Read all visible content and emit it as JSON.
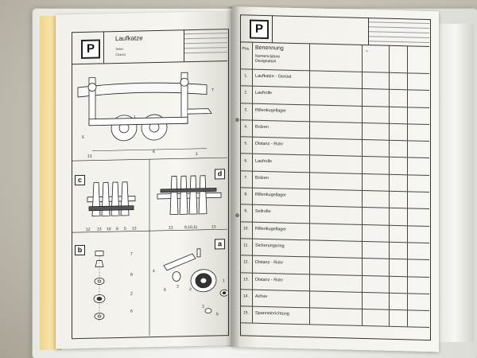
{
  "left_page": {
    "title": "Laufkatze",
    "subtitle_de": "Teilen",
    "subtitle_fr": "Chariot",
    "logo": "P",
    "panels": [
      "c",
      "d",
      "b",
      "a"
    ],
    "callouts_top": [
      "5",
      "1",
      "6",
      "13",
      "1",
      "7"
    ],
    "callouts_c": [
      "12",
      "13",
      "10",
      "8",
      "5",
      "13"
    ],
    "callouts_d": [
      "13",
      "9,10,11",
      "13"
    ],
    "callouts_b": [
      "7",
      "8",
      "2",
      "6"
    ],
    "callouts_a": [
      "4",
      "5",
      "3",
      "2",
      "3",
      "5",
      "1"
    ]
  },
  "right_page": {
    "logo": "P",
    "col_num": "Pos.",
    "col_name_de": "Benennung",
    "col_name_fr": "Nomenclature",
    "col_name_en": "Designation",
    "col_code": "Nr.",
    "rows": [
      {
        "num": "1.",
        "name": "Laufkatze - Gerüst",
        "desc": "",
        "code": ""
      },
      {
        "num": "2.",
        "name": "Laufrolle",
        "desc": "",
        "code": ""
      },
      {
        "num": "3.",
        "name": "Rillenkugellager",
        "desc": "",
        "code": ""
      },
      {
        "num": "4.",
        "name": "Bolzen",
        "desc": "",
        "code": ""
      },
      {
        "num": "5.",
        "name": "Distanz - Rohr",
        "desc": "",
        "code": ""
      },
      {
        "num": "6.",
        "name": "Laufrolle",
        "desc": "",
        "code": ""
      },
      {
        "num": "7.",
        "name": "Bolzen",
        "desc": "",
        "code": ""
      },
      {
        "num": "8.",
        "name": "Rillenkugellager",
        "desc": "",
        "code": ""
      },
      {
        "num": "9.",
        "name": "Seilrolle",
        "desc": "",
        "code": ""
      },
      {
        "num": "10.",
        "name": "Rillenkugellager",
        "desc": "",
        "code": ""
      },
      {
        "num": "11.",
        "name": "Sicherungsring",
        "desc": "",
        "code": ""
      },
      {
        "num": "12.",
        "name": "Distanz - Rohr",
        "desc": "",
        "code": ""
      },
      {
        "num": "13.",
        "name": "Distanz - Rohr",
        "desc": "",
        "code": ""
      },
      {
        "num": "14.",
        "name": "Achse",
        "desc": "",
        "code": ""
      },
      {
        "num": "15.",
        "name": "Spanneinrichtung",
        "desc": "",
        "code": ""
      }
    ]
  }
}
